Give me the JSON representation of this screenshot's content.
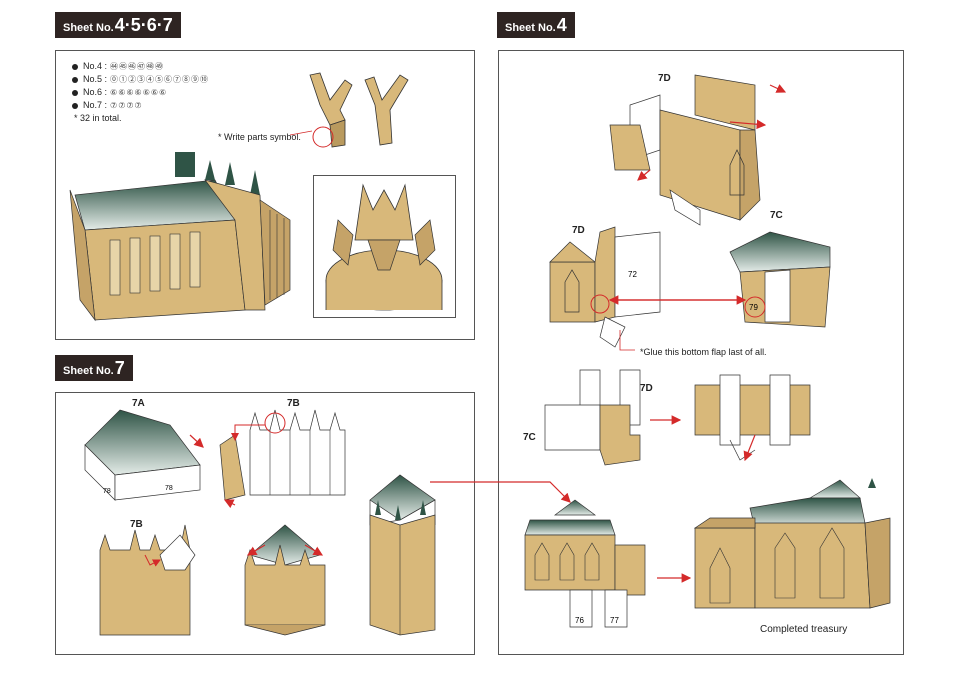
{
  "sheets": {
    "top_left": {
      "prefix": "Sheet No.",
      "number": "4·5·6·7"
    },
    "right": {
      "prefix": "Sheet No.",
      "number": "4"
    },
    "bottom_left": {
      "prefix": "Sheet No.",
      "number": "7"
    }
  },
  "legend": {
    "rows": [
      {
        "label": "No.4 :",
        "parts": "㊹㊺㊻㊼㊽㊾"
      },
      {
        "label": "No.5 :",
        "parts": "⓪①②③④⑤⑥⑦⑧⑨⑩"
      },
      {
        "label": "No.6 :",
        "parts": "⑥⑥⑥⑥⑥⑥⑥"
      },
      {
        "label": "No.7 :",
        "parts": "⑦⑦⑦⑦"
      }
    ],
    "total": "* 32 in total."
  },
  "notes": {
    "write_parts": "* Write parts symbol.",
    "glue_flap": "*Glue this bottom flap last of all.",
    "completed": "Completed treasury"
  },
  "labels": {
    "d7_top": "7D",
    "d7_mid": "7D",
    "c7_mid": "7C",
    "d7_low": "7D",
    "c7_low": "7C",
    "a7": "7A",
    "b7_top": "7B",
    "b7_low": "7B",
    "n72": "72",
    "n76": "76",
    "n77": "77",
    "n78a": "78",
    "n78b": "78",
    "n79": "79"
  },
  "colors": {
    "paper": "#d8b87a",
    "roof_dark": "#2f5446",
    "roof_light": "#e4ece8",
    "arrow": "#d42a2a",
    "ink": "#2e2422"
  }
}
